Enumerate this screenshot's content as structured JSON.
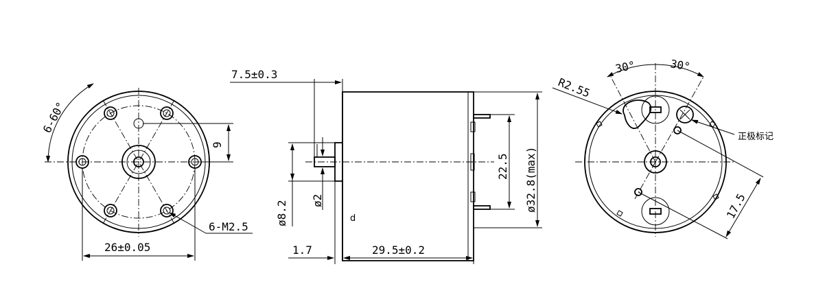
{
  "labels": {
    "front_holes_angle": "6-60°",
    "front_pitch": "9",
    "front_thread": "6-M2.5",
    "front_pcd": "26±0.05",
    "side_boss_length": "7.5±0.3",
    "side_boss_dia": "ø8.2",
    "side_shaft_dia": "ø2",
    "side_flange": "1.7",
    "side_body_length": "29.5±0.2",
    "side_terminal_span": "22.5",
    "side_body_dia": "ø32.8(max)",
    "rear_angle_left": "30°",
    "rear_angle_right": "30°",
    "rear_radius": "R2.55",
    "rear_terminal_span": "17.5",
    "rear_polarity_mark": "正极标记",
    "rear_small_mark": "d"
  }
}
